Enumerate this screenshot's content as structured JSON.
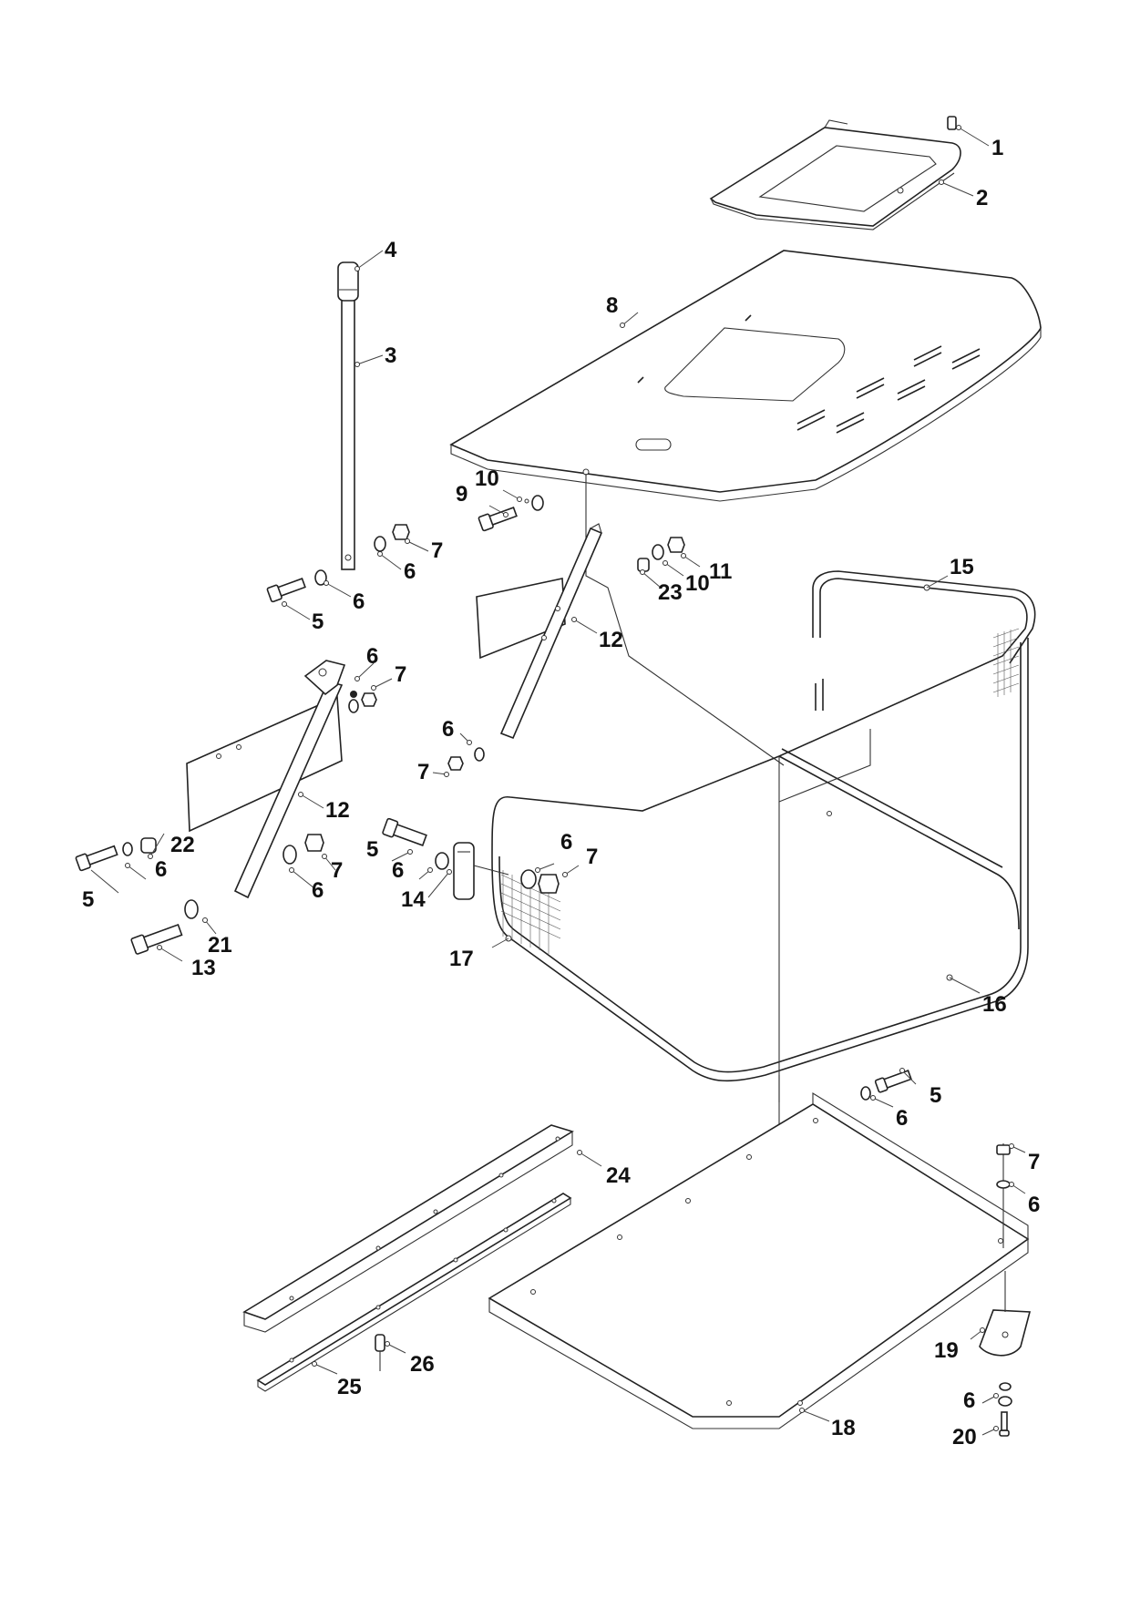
{
  "diagram": {
    "callouts": [
      "1",
      "2",
      "3",
      "4",
      "5",
      "6",
      "7",
      "8",
      "9",
      "10",
      "11",
      "12",
      "13",
      "14",
      "15",
      "16",
      "17",
      "18",
      "19",
      "20",
      "21",
      "22",
      "23",
      "24",
      "25",
      "26"
    ],
    "labels": {
      "c1": "1",
      "c2": "2",
      "c3": "3",
      "c4": "4",
      "c5a": "5",
      "c6a": "6",
      "c6b": "6",
      "c7a": "7",
      "c8": "8",
      "c9": "9",
      "c10a": "10",
      "c10b": "10",
      "c11": "11",
      "c23": "23",
      "c12a": "12",
      "c12b": "12",
      "c15": "15",
      "c6c": "6",
      "c7b": "7",
      "c6d": "6",
      "c7c": "7",
      "c22": "22",
      "c6e": "6",
      "c5b": "5",
      "c6f": "6",
      "c7d": "7",
      "c21": "21",
      "c13": "13",
      "c5c": "5",
      "c6g": "6",
      "c14": "14",
      "c6h": "6",
      "c7e": "7",
      "c17": "17",
      "c16": "16",
      "c5d": "5",
      "c6i": "6",
      "c7f": "7",
      "c6j": "6",
      "c24": "24",
      "c25": "25",
      "c26": "26",
      "c19": "19",
      "c6k": "6",
      "c20": "20",
      "c18": "18"
    }
  }
}
